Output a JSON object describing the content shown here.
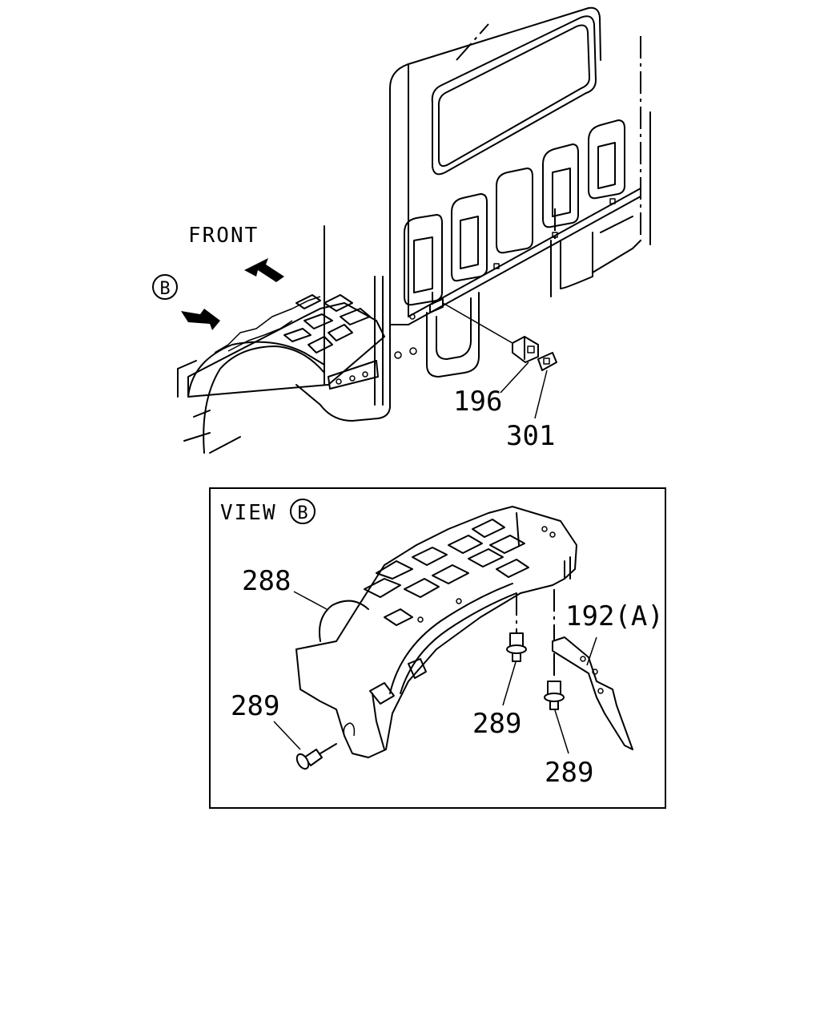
{
  "labels": {
    "front": "FRONT",
    "view_marker": "B",
    "view_text": "VIEW",
    "view_letter": "B",
    "part_196": "196",
    "part_301": "301",
    "part_288": "288",
    "part_289_left": "289",
    "part_289_mid": "289",
    "part_289_right": "289",
    "part_192": "192(A)"
  }
}
